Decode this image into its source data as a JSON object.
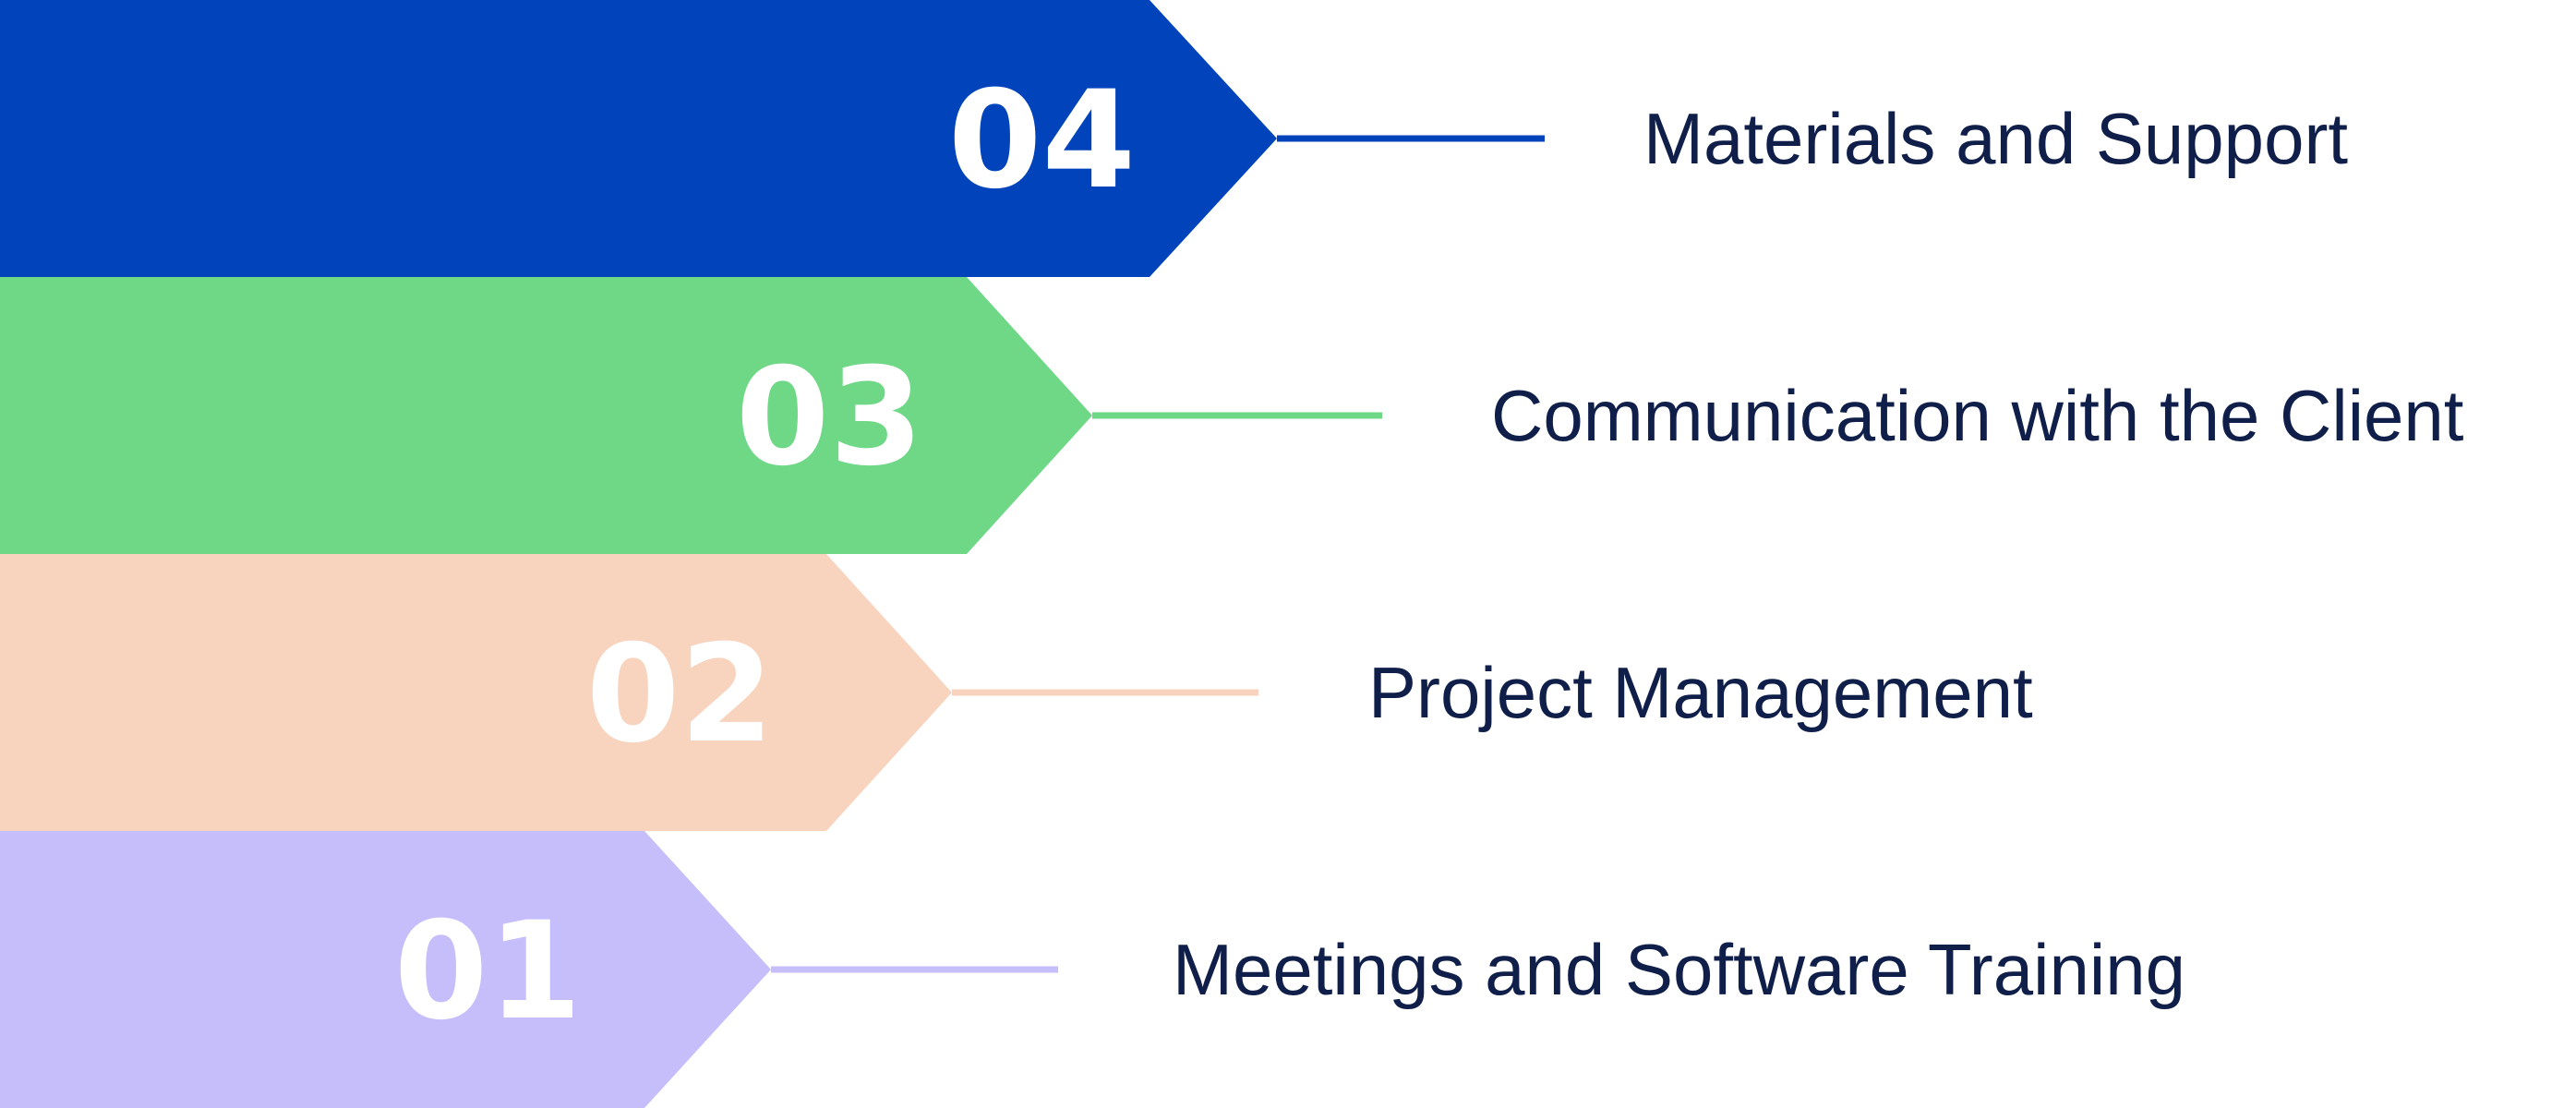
{
  "steps": [
    {
      "number": "04",
      "label": "Materials and Support",
      "color": "#0043bb"
    },
    {
      "number": "03",
      "label": "Communication with the Client",
      "color": "#6fd886"
    },
    {
      "number": "02",
      "label": "Project Management",
      "color": "#f8d4be"
    },
    {
      "number": "01",
      "label": "Meetings and Software Training",
      "color": "#c6befa"
    }
  ],
  "text_color": "#0f1f4a"
}
